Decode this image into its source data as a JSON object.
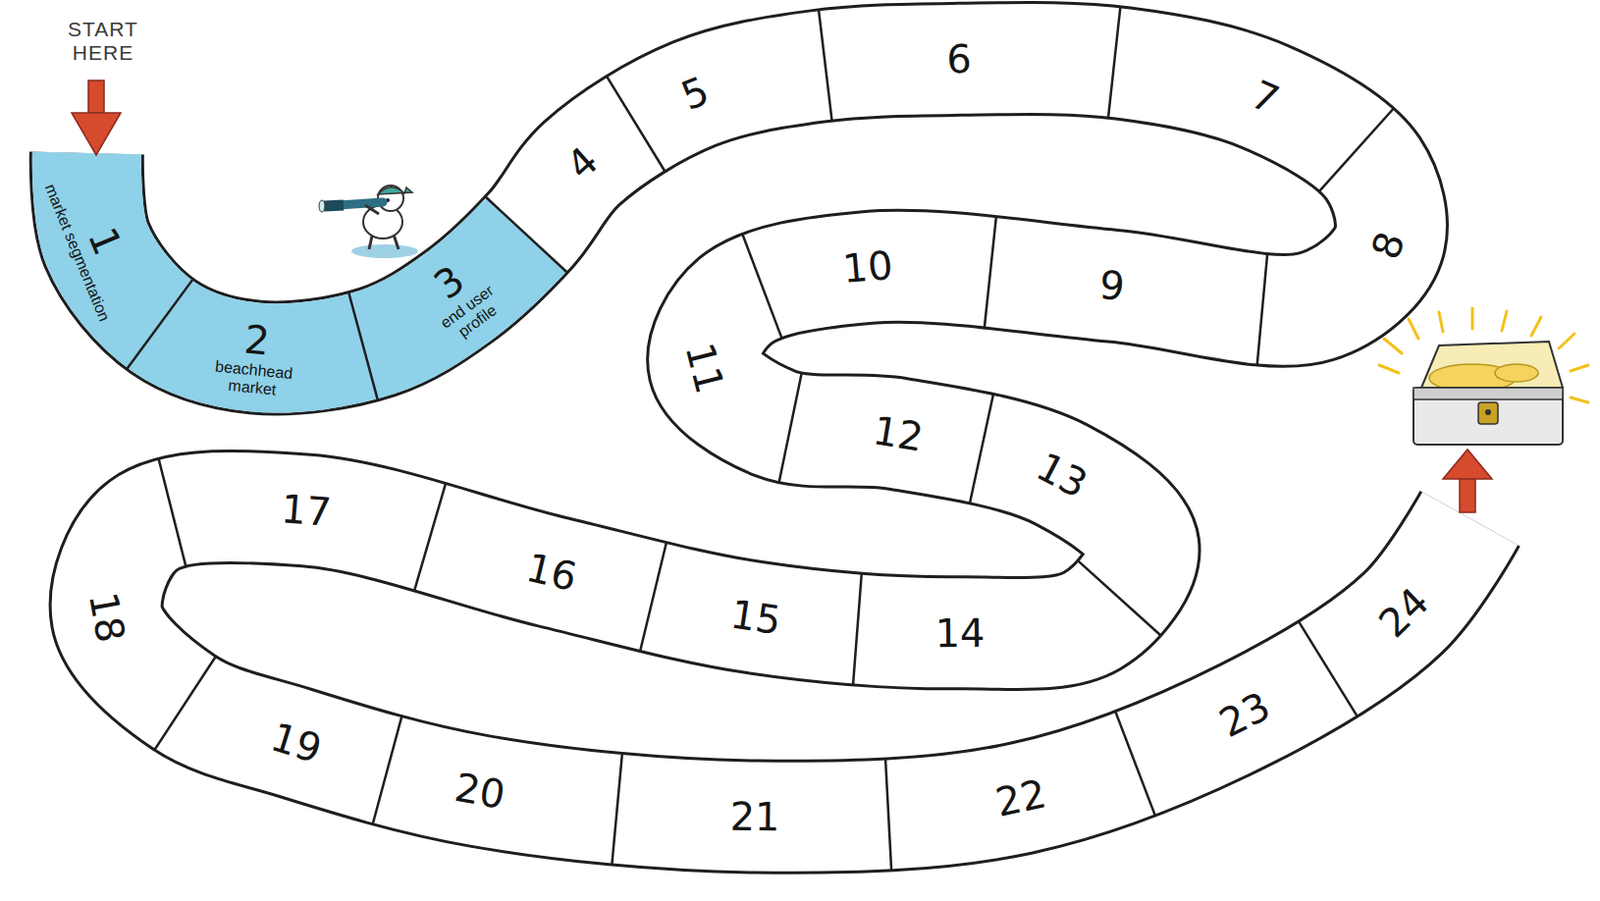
{
  "diagram": {
    "nodes": [
      {
        "text": [
          "1",
          "market segmentation"
        ]
      },
      {
        "text": [
          "2",
          "beachhead market"
        ]
      },
      {
        "text": [
          "3",
          "end user profile"
        ]
      },
      {
        "text": [
          "4"
        ]
      },
      {
        "text": [
          "5"
        ]
      },
      {
        "text": [
          "6"
        ]
      },
      {
        "text": [
          "7"
        ]
      },
      {
        "text": [
          "8"
        ]
      },
      {
        "text": [
          "9"
        ]
      },
      {
        "text": [
          "10"
        ]
      },
      {
        "text": [
          "11"
        ]
      },
      {
        "text": [
          "12"
        ]
      },
      {
        "text": [
          "13"
        ]
      },
      {
        "text": [
          "14"
        ]
      },
      {
        "text": [
          "15"
        ]
      },
      {
        "text": [
          "16"
        ]
      },
      {
        "text": [
          "17"
        ]
      },
      {
        "text": [
          "18"
        ]
      },
      {
        "text": [
          "19"
        ]
      },
      {
        "text": [
          "20"
        ]
      },
      {
        "text": [
          "21"
        ]
      },
      {
        "text": [
          "22"
        ]
      },
      {
        "text": [
          "23"
        ]
      },
      {
        "text": [
          "24"
        ]
      }
    ],
    "labels": [
      "START HERE"
    ]
  }
}
